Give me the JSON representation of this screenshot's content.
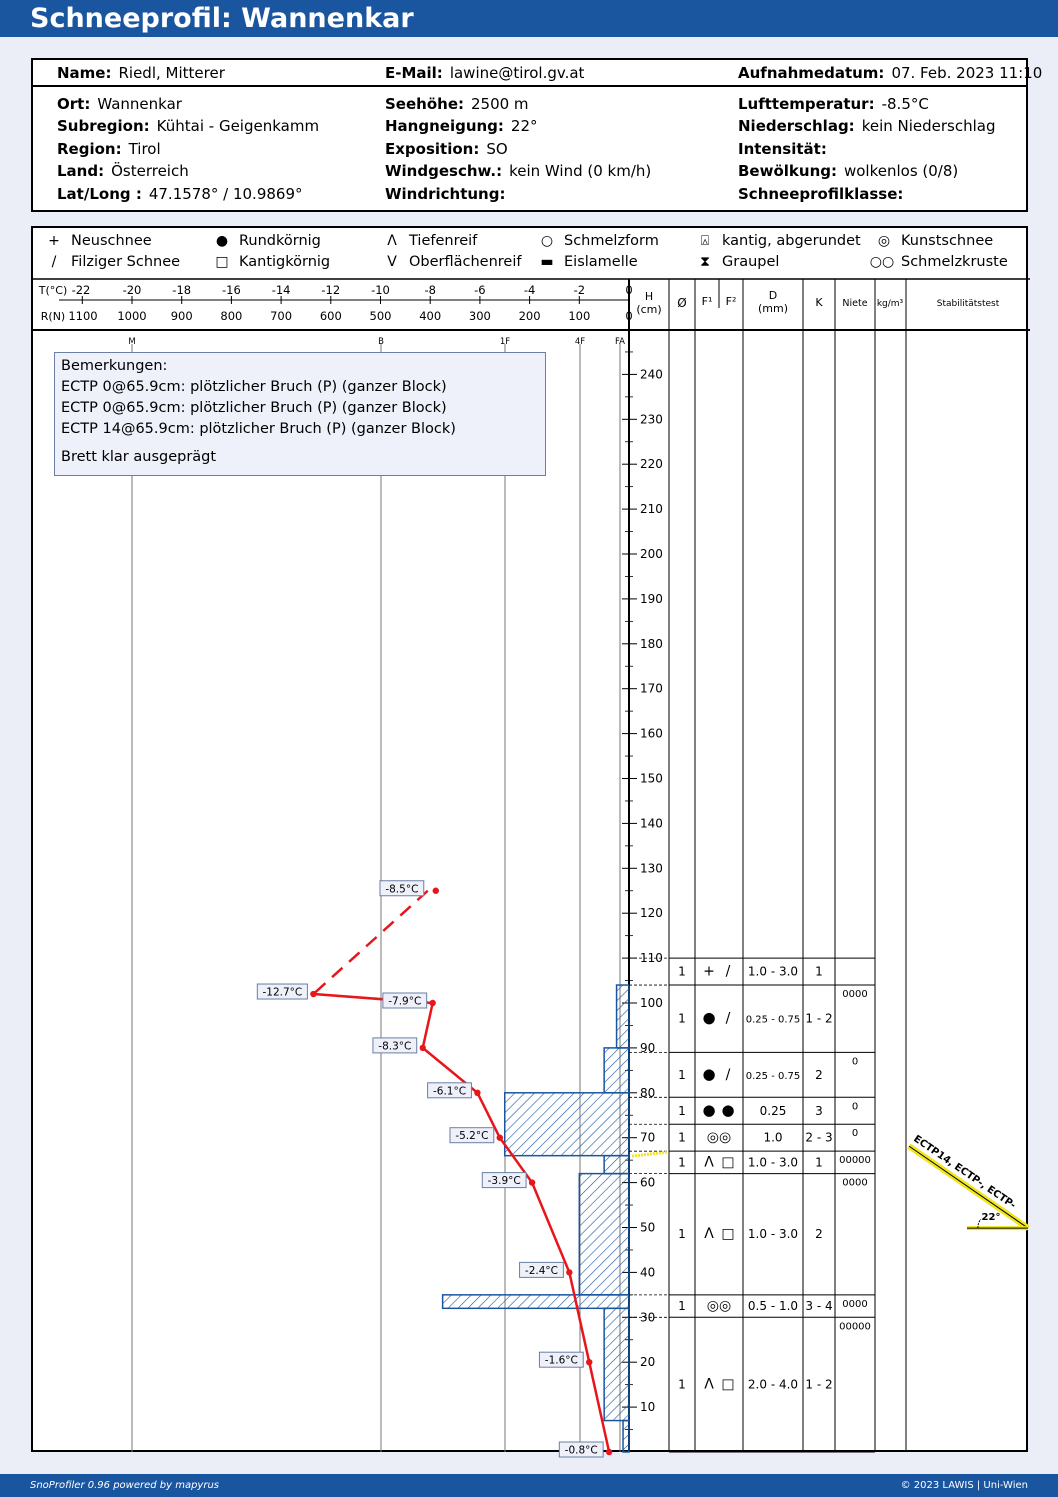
{
  "title": "Schneeprofil: Wannenkar",
  "info": {
    "name_label": "Name:",
    "name": "Riedl, Mitterer",
    "email_label": "E-Mail:",
    "email": "lawine@tirol.gv.at",
    "date_label": "Aufnahmedatum:",
    "date": "07. Feb. 2023 11:10",
    "ort_label": "Ort:",
    "ort": "Wannenkar",
    "subregion_label": "Subregion:",
    "subregion": "Kühtai - Geigenkamm",
    "region_label": "Region:",
    "region": "Tirol",
    "land_label": "Land:",
    "land": "Österreich",
    "latlong_label": "Lat/Long :",
    "latlong": "47.1578° / 10.9869°",
    "seehoehe_label": "Seehöhe:",
    "seehoehe": "2500 m",
    "hangneigung_label": "Hangneigung:",
    "hangneigung": "22°",
    "exposition_label": "Exposition:",
    "exposition": "SO",
    "windgeschw_label": "Windgeschw.:",
    "windgeschw": "kein Wind (0 km/h)",
    "windrichtung_label": "Windrichtung:",
    "windrichtung": "",
    "lufttemp_label": "Lufttemperatur:",
    "lufttemp": "-8.5°C",
    "niederschlag_label": "Niederschlag:",
    "niederschlag": "kein Niederschlag",
    "intensitaet_label": "Intensität:",
    "intensitaet": "",
    "bewoelkung_label": "Bewölkung:",
    "bewoelkung": "wolkenlos (0/8)",
    "profilklasse_label": "Schneeprofilklasse:",
    "profilklasse": ""
  },
  "legend": [
    {
      "icon": "plus-icon",
      "glyph": "+",
      "label": "Neuschnee"
    },
    {
      "icon": "filled-circle-icon",
      "glyph": "●",
      "label": "Rundkörnig"
    },
    {
      "icon": "caret-up-icon",
      "glyph": "Λ",
      "label": "Tiefenreif"
    },
    {
      "icon": "open-circle-icon",
      "glyph": "○",
      "label": "Schmelzform"
    },
    {
      "icon": "rounded-square-icon",
      "glyph": "⍓",
      "label": "kantig, abgerundet"
    },
    {
      "icon": "double-circle-icon",
      "glyph": "◎",
      "label": "Kunstschnee"
    },
    {
      "icon": "slash-icon",
      "glyph": "/",
      "label": "Filziger Schnee"
    },
    {
      "icon": "open-square-icon",
      "glyph": "□",
      "label": "Kantigkörnig"
    },
    {
      "icon": "caret-down-icon",
      "glyph": "V",
      "label": "Oberflächenreif"
    },
    {
      "icon": "ice-lens-icon",
      "glyph": "▬",
      "label": "Eislamelle"
    },
    {
      "icon": "graupel-icon",
      "glyph": "⧗",
      "label": "Graupel"
    },
    {
      "icon": "melt-crust-icon",
      "glyph": "○○",
      "label": "Schmelzkruste"
    }
  ],
  "header": {
    "t_axis_label": "T(°C)",
    "r_axis_label": "R(N)",
    "t_ticks": [
      "-22",
      "-20",
      "-18",
      "-16",
      "-14",
      "-12",
      "-10",
      "-8",
      "-6",
      "-4",
      "-2",
      "0"
    ],
    "r_ticks": [
      "1100",
      "1000",
      "900",
      "800",
      "700",
      "600",
      "500",
      "400",
      "300",
      "200",
      "100",
      "0"
    ],
    "h_label": "H",
    "h_unit": "(cm)",
    "cols": {
      "diam": "Ø",
      "f1": "F¹",
      "f2": "F²",
      "d": "D",
      "d_unit": "(mm)",
      "k": "K",
      "niete": "Niete",
      "density": "kg/m³",
      "stab": "Stabilitätstest"
    },
    "hardness_labels": [
      "M",
      "B",
      "1F",
      "4F",
      "FA"
    ]
  },
  "remarks": {
    "title": "Bemerkungen:",
    "lines": [
      "ECTP 0@65.9cm: plötzlicher Bruch (P) (ganzer Block)",
      "ECTP 0@65.9cm: plötzlicher Bruch (P) (ganzer Block)",
      "ECTP 14@65.9cm: plötzlicher Bruch (P) (ganzer Block)",
      "Brett klar ausgeprägt"
    ]
  },
  "chart_data": {
    "type": "line",
    "title": "Schneeprofil: Wannenkar",
    "ylabel": "H (cm)",
    "ylim": [
      0,
      250
    ],
    "h_ticks": [
      10,
      20,
      30,
      40,
      50,
      60,
      70,
      80,
      90,
      100,
      110,
      120,
      130,
      140,
      150,
      160,
      170,
      180,
      190,
      200,
      210,
      220,
      230,
      240
    ],
    "temperature": {
      "xlabel": "T(°C)",
      "xlim": [
        -22,
        0
      ],
      "air": {
        "height": 125,
        "t": -8.5,
        "label": "-8.5°C"
      },
      "points": [
        {
          "h": 102,
          "t": -12.7,
          "label": "-12.7°C"
        },
        {
          "h": 100,
          "t": -7.9,
          "label": "-7.9°C"
        },
        {
          "h": 90,
          "t": -8.3,
          "label": "-8.3°C"
        },
        {
          "h": 80,
          "t": -6.1,
          "label": "-6.1°C"
        },
        {
          "h": 70,
          "t": -5.2,
          "label": "-5.2°C"
        },
        {
          "h": 60,
          "t": -3.9,
          "label": "-3.9°C"
        },
        {
          "h": 40,
          "t": -2.4,
          "label": "-2.4°C"
        },
        {
          "h": 20,
          "t": -1.6,
          "label": "-1.6°C"
        },
        {
          "h": 0,
          "t": -0.8,
          "label": "-0.8°C"
        }
      ]
    },
    "hardness": {
      "xlabel": "R(N)",
      "xlim": [
        1100,
        0
      ],
      "layers": [
        {
          "bottom": 90,
          "top": 104,
          "r": 25
        },
        {
          "bottom": 80,
          "top": 90,
          "r": 50
        },
        {
          "bottom": 66,
          "top": 80,
          "r": 250
        },
        {
          "bottom": 62,
          "top": 66,
          "r": 50
        },
        {
          "bottom": 35,
          "top": 62,
          "r": 100
        },
        {
          "bottom": 32,
          "top": 35,
          "r": 375
        },
        {
          "bottom": 7,
          "top": 32,
          "r": 50
        },
        {
          "bottom": 0,
          "top": 7,
          "r": 12
        }
      ]
    },
    "layers": [
      {
        "top": 110,
        "bottom": 104,
        "diam": "1",
        "f1": "plus-icon",
        "f2": "slash-icon",
        "d": "1.0 - 3.0",
        "k": "1",
        "niete": ""
      },
      {
        "top": 104,
        "bottom": 89,
        "diam": "1",
        "f1": "filled-circle-icon",
        "f2": "slash-icon",
        "d": "0.25 - 0.75",
        "k": "1 - 2",
        "niete": "0000"
      },
      {
        "top": 89,
        "bottom": 79,
        "diam": "1",
        "f1": "filled-circle-icon",
        "f2": "slash-icon",
        "d": "0.25 - 0.75",
        "k": "2",
        "niete": "0"
      },
      {
        "top": 79,
        "bottom": 73,
        "diam": "1",
        "f1": "filled-circle-icon",
        "f2": "filled-circle-icon",
        "d": "0.25",
        "k": "3",
        "niete": "0"
      },
      {
        "top": 73,
        "bottom": 67,
        "diam": "1",
        "f1": "melt-crust-icon",
        "f2": "",
        "d": "1.0",
        "k": "2 - 3",
        "niete": "0"
      },
      {
        "top": 67,
        "bottom": 62,
        "diam": "1",
        "f1": "caret-up-icon",
        "f2": "open-square-icon",
        "d": "1.0 - 3.0",
        "k": "1",
        "niete": "00000"
      },
      {
        "top": 62,
        "bottom": 35,
        "diam": "1",
        "f1": "caret-up-icon",
        "f2": "open-square-icon",
        "d": "1.0 - 3.0",
        "k": "2",
        "niete": "0000"
      },
      {
        "top": 35,
        "bottom": 30,
        "diam": "1",
        "f1": "melt-crust-icon",
        "f2": "",
        "d": "0.5 - 1.0",
        "k": "3 - 4",
        "niete": "0000"
      },
      {
        "top": 30,
        "bottom": 0,
        "diam": "1",
        "f1": "caret-up-icon",
        "f2": "open-square-icon",
        "d": "2.0 - 4.0",
        "k": "1 - 2",
        "niete": "00000"
      }
    ],
    "stability": {
      "label": "ECTP14, ECTP-, ECTP-",
      "height": 65.9,
      "slope": "22°"
    }
  },
  "colors": {
    "brand": "#1a56a0",
    "temperature": "#e8151b",
    "hardness": "#1a56a0",
    "weak_layer": "#f0e51e"
  },
  "footer": {
    "left": "SnoProfiler 0.96 powered by mapyrus",
    "right": "© 2023 LAWIS | Uni-Wien"
  }
}
